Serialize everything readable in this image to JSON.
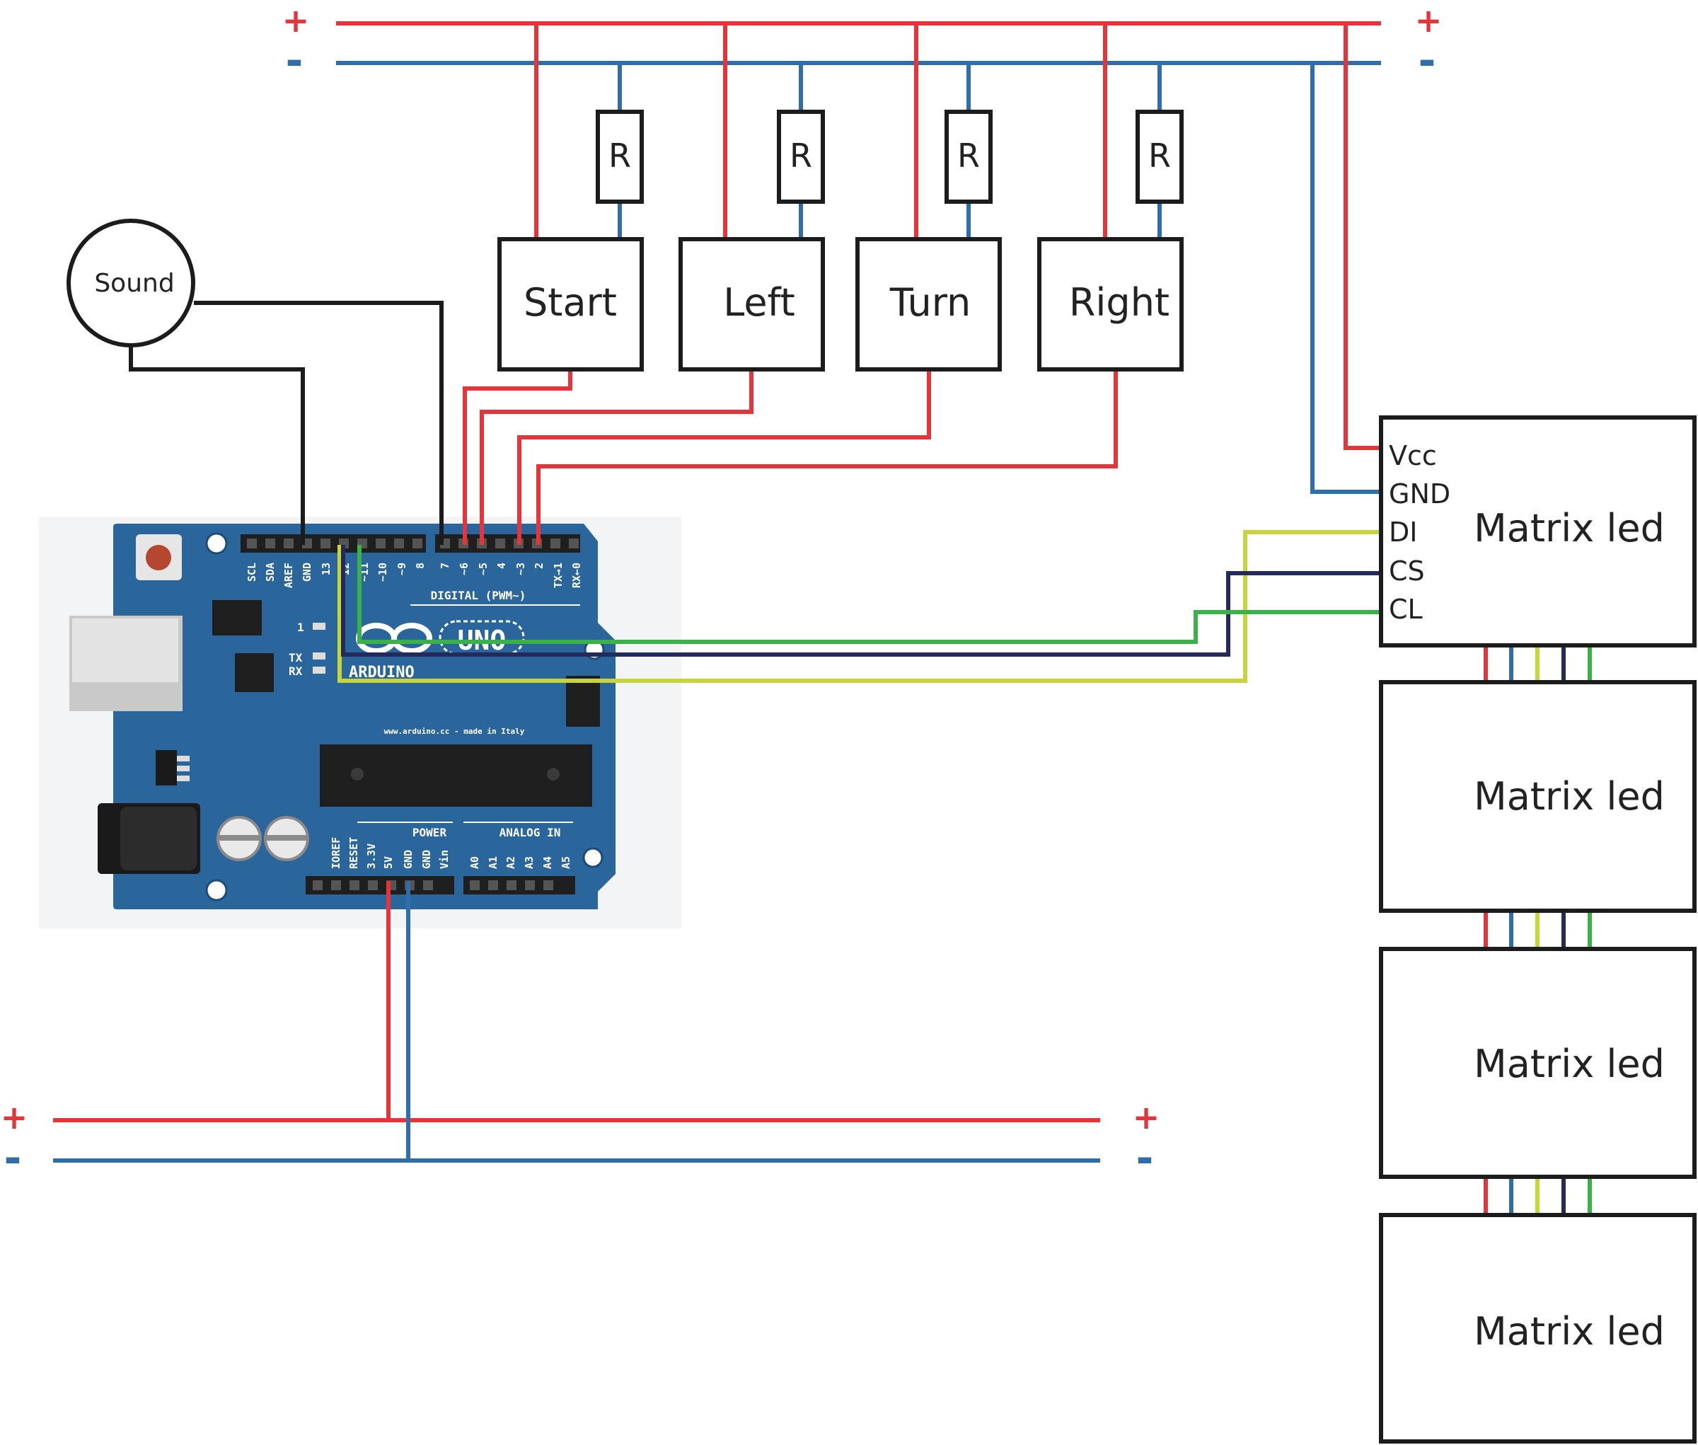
{
  "colors": {
    "positive": "#e5343a",
    "negative": "#2f6ea8",
    "signal": "#1c1c1c",
    "data_in": "#c6d63a",
    "chip_select": "#252a5c",
    "clock": "#3bb14a",
    "board": "#2a659b",
    "board_dark": "#1d4c78"
  },
  "rails": {
    "top_left_plus": "+",
    "top_left_minus": "-",
    "top_right_plus": "+",
    "top_right_minus": "-",
    "bottom_left_plus": "+",
    "bottom_left_minus": "-",
    "bottom_right_plus": "+",
    "bottom_right_minus": "-"
  },
  "sound": {
    "label": "Sound"
  },
  "resistors": [
    "R",
    "R",
    "R",
    "R"
  ],
  "buttons": [
    "Start",
    "Left",
    "Turn",
    "Right"
  ],
  "matrix": {
    "labels": [
      "Matrix led",
      "Matrix led",
      "Matrix led",
      "Matrix led"
    ],
    "pins": [
      "Vcc",
      "GND",
      "DI",
      "CS",
      "CL"
    ]
  },
  "arduino": {
    "brand": "ARDUINO",
    "model": "UNO",
    "website": "www.arduino.cc - made in Italy",
    "digital_header": "DIGITAL (PWM~)",
    "power_header": "POWER",
    "analog_header": "ANALOG IN",
    "top_pins": [
      "SCL",
      "SDA",
      "AREF",
      "GND",
      "13",
      "12",
      "~11",
      "~10",
      "~9",
      "8",
      "7",
      "~6",
      "~5",
      "4",
      "~3",
      "2",
      "TX→1",
      "RX←0"
    ],
    "bottom_pins": [
      "IOREF",
      "RESET",
      "3.3V",
      "5V",
      "GND",
      "GND",
      "Vin",
      "A0",
      "A1",
      "A2",
      "A3",
      "A4",
      "A5"
    ],
    "on_label": "1",
    "tx_label": "TX",
    "rx_label": "RX"
  }
}
